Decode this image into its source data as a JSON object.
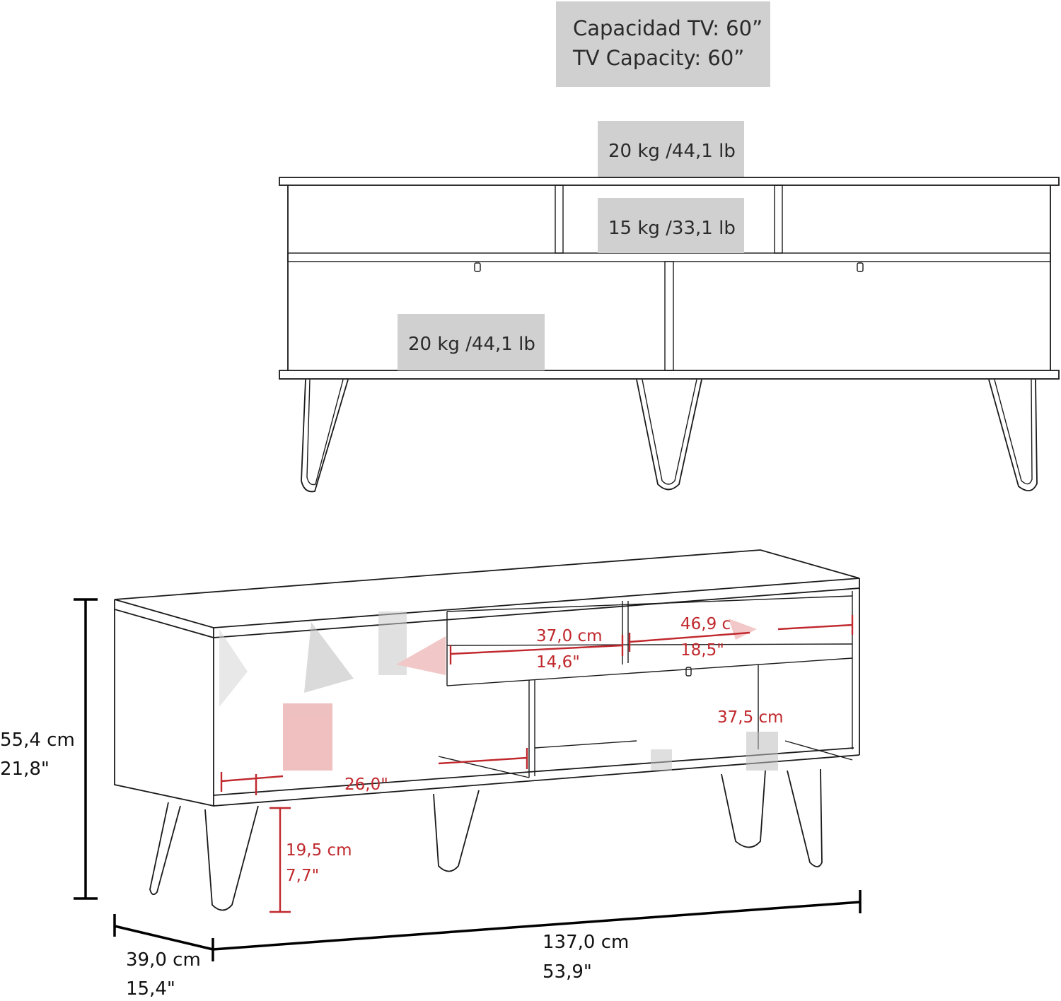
{
  "capacity_box": {
    "line1": "Capacidad TV: 60”",
    "line2": "TV Capacity: 60”"
  },
  "loads": {
    "top": "20 kg /44,1 lb",
    "middle": "15 kg /33,1 lb",
    "bottom": "20 kg /44,1 lb"
  },
  "dimensions": {
    "height_cm": "55,4 cm",
    "height_in": "21,8\"",
    "width_cm": "137,0 cm",
    "width_in": "53,9\"",
    "depth_cm": "39,0 cm",
    "depth_in": "15,4\"",
    "leg_cm": "19,5 cm",
    "leg_in": "7,7\"",
    "compartment_a_cm": "37,0 cm",
    "compartment_a_in": "14,6\"",
    "compartment_b_cm": "46,9 c",
    "compartment_b_in": "18,5\"",
    "compartment_c_cm": "37,5 cm",
    "compartment_d_in": "26,0\""
  },
  "colors": {
    "label_box": "#d0d0d0",
    "dimension_red": "#c0282d",
    "outline": "#1a1a1a"
  }
}
